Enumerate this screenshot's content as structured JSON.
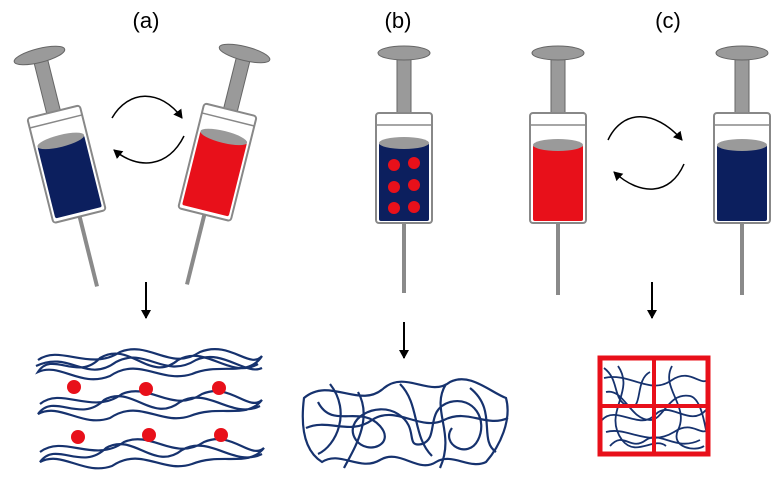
{
  "panels": [
    {
      "id": "a",
      "label": "(a)"
    },
    {
      "id": "b",
      "label": "(b)"
    },
    {
      "id": "c",
      "label": "(c)"
    }
  ],
  "colors": {
    "blue": "#0c1f5e",
    "red": "#e8101a",
    "syringe_gray": "#8a8a8a",
    "glass": "#ffffff",
    "fiber": "#16326e"
  },
  "icons": [
    "syringe-icon",
    "cycle-arrows-icon",
    "down-arrow-icon",
    "fiber-network-icon",
    "particle-icon",
    "frame-icon"
  ]
}
